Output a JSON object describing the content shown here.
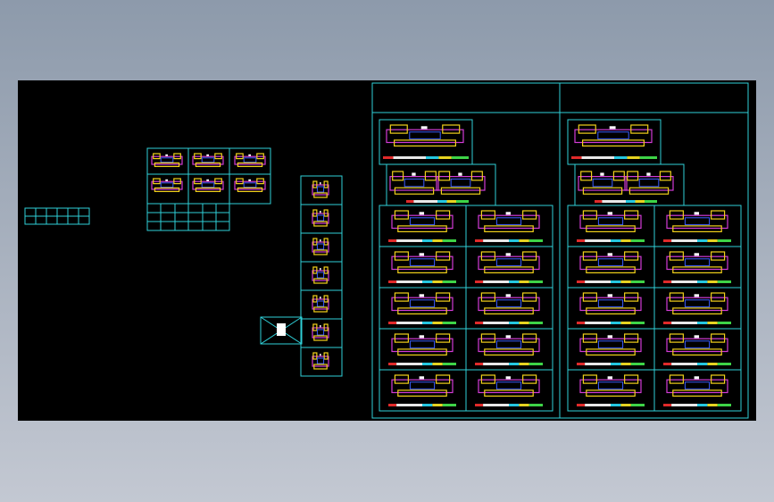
{
  "canvas": {
    "background": "#000000",
    "line_color": "#2fd0d8",
    "plan_colors": [
      "#f2d11b",
      "#d33bd6",
      "#3c5dff",
      "#ffffff",
      "#e02a2a"
    ]
  },
  "sheets": {
    "top_left_sheet_count": 1,
    "top_right_sheet_count": 1,
    "grid_left_rows": 5,
    "grid_left_cols": 2,
    "grid_right_rows": 5,
    "grid_right_cols": 2
  },
  "column_legend": {
    "cells": 6,
    "rows": 4
  },
  "small_table": {
    "top_cells": 6,
    "bottom_rows": 3
  },
  "vertical_stack": {
    "cells": 7
  }
}
